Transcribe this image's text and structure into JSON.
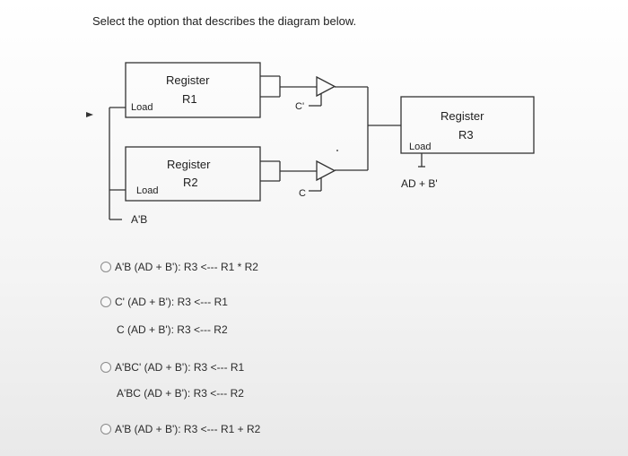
{
  "question": "Select the option that describes the diagram below.",
  "diagram": {
    "r1_line1": "Register",
    "r1_line2": "R1",
    "r1_load": "Load",
    "r2_line1": "Register",
    "r2_line2": "R2",
    "r2_load": "Load",
    "r3_line1": "Register",
    "r3_line2": "R3",
    "r3_load": "Load",
    "ctrl_top": "C'",
    "ctrl_bottom": "C",
    "left_input": "A'B",
    "r3_load_input": "AD + B'"
  },
  "options": [
    {
      "line1": "A'B (AD + B'): R3 <--- R1 * R2"
    },
    {
      "line1": "C' (AD + B'): R3 <--- R1",
      "line2": "C (AD + B'): R3 <--- R2"
    },
    {
      "line1": "A'BC' (AD + B'): R3 <--- R1",
      "line2": "A'BC (AD + B'): R3 <--- R2"
    },
    {
      "line1": "A'B (AD + B'): R3 <--- R1 + R2"
    }
  ]
}
